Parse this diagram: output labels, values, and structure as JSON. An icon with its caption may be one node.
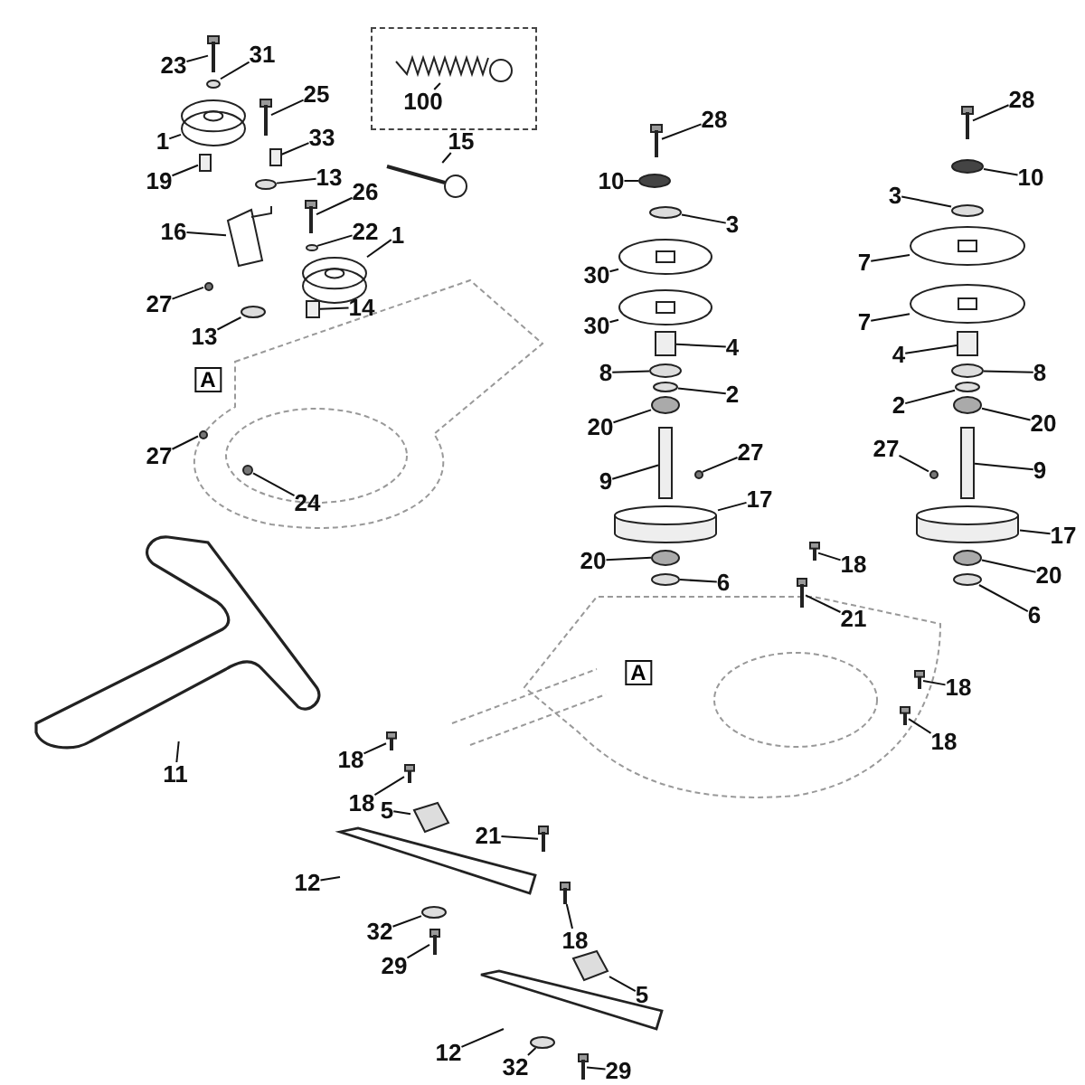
{
  "diagram": {
    "nodes": [
      {
        "text": [],
        "shape": "box"
      },
      {
        "text": [
          "100"
        ],
        "in": 0
      },
      {
        "text": [
          "23"
        ]
      },
      {
        "text": [
          "31"
        ]
      },
      {
        "text": [
          "28"
        ]
      },
      {
        "text": [
          "28"
        ]
      },
      {
        "text": [
          "1"
        ]
      },
      {
        "text": [
          "25"
        ]
      },
      {
        "text": [
          "33"
        ]
      },
      {
        "text": [
          "15"
        ]
      },
      {
        "text": [
          "13"
        ]
      },
      {
        "text": [
          "19"
        ]
      },
      {
        "text": [
          "10"
        ]
      },
      {
        "text": [
          "10"
        ]
      },
      {
        "text": [
          "26"
        ]
      },
      {
        "text": [
          "3"
        ]
      },
      {
        "text": [
          "3"
        ]
      },
      {
        "text": [
          "22"
        ]
      },
      {
        "text": [
          "16"
        ]
      },
      {
        "text": [
          "1"
        ]
      },
      {
        "text": [
          "30"
        ]
      },
      {
        "text": [
          "7"
        ]
      },
      {
        "text": [
          "14"
        ]
      },
      {
        "text": [
          "27"
        ]
      },
      {
        "text": [
          "30"
        ]
      },
      {
        "text": [
          "7"
        ]
      },
      {
        "text": [
          "13"
        ]
      },
      {
        "text": [
          "4"
        ]
      },
      {
        "text": [
          "4"
        ]
      },
      {
        "text": [
          "8"
        ]
      },
      {
        "text": [
          "8"
        ]
      },
      {
        "text": [
          "2"
        ]
      },
      {
        "text": [
          "2"
        ]
      },
      {
        "text": [
          "20"
        ]
      },
      {
        "text": [
          "20"
        ]
      },
      {
        "text": [
          "27"
        ]
      },
      {
        "text": [
          "27"
        ]
      },
      {
        "text": [
          "27"
        ]
      },
      {
        "text": [
          "9"
        ]
      },
      {
        "text": [
          "17"
        ]
      },
      {
        "text": [
          "9"
        ]
      },
      {
        "text": [
          "24"
        ]
      },
      {
        "text": [
          "20"
        ]
      },
      {
        "text": [
          "17"
        ]
      },
      {
        "text": [
          "6"
        ]
      },
      {
        "text": [
          "18"
        ]
      },
      {
        "text": [
          "20"
        ]
      },
      {
        "text": [
          "21"
        ]
      },
      {
        "text": [
          "6"
        ]
      },
      {
        "text": [
          "18"
        ]
      },
      {
        "text": [
          "18"
        ]
      },
      {
        "text": [
          "18"
        ]
      },
      {
        "text": [
          "11"
        ]
      },
      {
        "text": [
          "18"
        ]
      },
      {
        "text": [
          "5"
        ]
      },
      {
        "text": [
          "12"
        ]
      },
      {
        "text": [
          "21"
        ]
      },
      {
        "text": [
          "18"
        ]
      },
      {
        "text": [
          "32"
        ]
      },
      {
        "text": [
          "29"
        ]
      },
      {
        "text": [
          "5"
        ]
      },
      {
        "text": [
          "12"
        ]
      },
      {
        "text": [
          "32"
        ]
      },
      {
        "text": [
          "29"
        ]
      },
      {
        "text": [],
        "shape": "picture",
        "in": 0
      },
      {
        "text": [],
        "shape": "picture"
      },
      {
        "text": [],
        "shape": "circle"
      },
      {
        "text": [],
        "shape": "picture"
      },
      {
        "text": [],
        "shape": "picture"
      },
      {
        "text": [],
        "shape": "picture"
      },
      {
        "text": [],
        "shape": "picture"
      },
      {
        "text": [],
        "shape": "box"
      },
      {
        "text": [],
        "shape": "picture"
      },
      {
        "text": [],
        "shape": "circle"
      },
      {
        "text": [],
        "shape": "box"
      },
      {
        "text": [],
        "shape": "circle"
      },
      {
        "text": [],
        "shape": "circle"
      },
      {
        "text": [],
        "shape": "picture"
      },
      {
        "text": [],
        "shape": "circle"
      },
      {
        "text": [],
        "shape": "circle"
      },
      {
        "text": [],
        "shape": "circle"
      },
      {
        "text": [],
        "shape": "picture"
      },
      {
        "text": [],
        "shape": "picture"
      },
      {
        "text": [],
        "shape": "picture"
      },
      {
        "text": [],
        "shape": "picture"
      },
      {
        "text": [],
        "shape": "box"
      },
      {
        "text": [],
        "shape": "circle"
      },
      {
        "text": [],
        "shape": "picture"
      },
      {
        "text": [],
        "shape": "picture"
      },
      {
        "text": [],
        "shape": "circle"
      },
      {
        "text": [],
        "shape": "box"
      },
      {
        "text": [],
        "shape": "box"
      },
      {
        "text": [],
        "shape": "circle"
      },
      {
        "text": [],
        "shape": "circle"
      },
      {
        "text": [],
        "shape": "circle"
      },
      {
        "text": [],
        "shape": "circle"
      },
      {
        "text": [],
        "shape": "circle"
      },
      {
        "text": [],
        "shape": "circle"
      },
      {
        "text": [],
        "shape": "circle"
      },
      {
        "text": [],
        "shape": "circle"
      },
      {
        "text": [],
        "shape": "circle"
      },
      {
        "text": [],
        "shape": "box"
      },
      {
        "text": [],
        "shape": "cylinder"
      },
      {
        "text": [],
        "shape": "box"
      },
      {
        "text": [],
        "shape": "circle"
      },
      {
        "text": [],
        "shape": "circle"
      },
      {
        "text": [],
        "shape": "cylinder"
      },
      {
        "text": [],
        "shape": "circle"
      },
      {
        "text": [],
        "shape": "picture"
      },
      {
        "text": [],
        "shape": "circle"
      },
      {
        "text": [],
        "shape": "picture"
      },
      {
        "text": [],
        "shape": "circle"
      },
      {
        "text": [],
        "shape": "picture"
      },
      {
        "text": [],
        "shape": "picture"
      },
      {
        "text": [],
        "shape": "picture"
      },
      {
        "text": [],
        "shape": "picture"
      },
      {
        "text": [],
        "shape": "picture"
      },
      {
        "text": [],
        "shape": "picture"
      },
      {
        "text": [],
        "shape": "picture"
      },
      {
        "text": [],
        "shape": "picture"
      },
      {
        "text": [],
        "shape": "picture"
      },
      {
        "text": [],
        "shape": "circle"
      },
      {
        "text": [],
        "shape": "picture"
      },
      {
        "text": [],
        "shape": "picture"
      },
      {
        "text": [],
        "shape": "picture"
      },
      {
        "text": [],
        "shape": "circle"
      },
      {
        "text": [],
        "shape": "picture"
      }
    ],
    "edges": [
      {
        "from": 1,
        "to": 64,
        "arrow": "none"
      },
      {
        "from": 2,
        "to": 65,
        "arrow": "none"
      },
      {
        "from": 3,
        "to": 66,
        "arrow": "none"
      },
      {
        "from": 4,
        "to": 67,
        "arrow": "none"
      },
      {
        "from": 5,
        "to": 68,
        "arrow": "none"
      },
      {
        "from": 6,
        "to": 69,
        "arrow": "none"
      },
      {
        "from": 7,
        "to": 70,
        "arrow": "none"
      },
      {
        "from": 8,
        "to": 71,
        "arrow": "none"
      },
      {
        "from": 9,
        "to": 72,
        "arrow": "none"
      },
      {
        "from": 10,
        "to": 73,
        "arrow": "none"
      },
      {
        "from": 11,
        "to": 74,
        "arrow": "none"
      },
      {
        "from": 12,
        "to": 75,
        "arrow": "none"
      },
      {
        "from": 13,
        "to": 76,
        "arrow": "none"
      },
      {
        "from": 14,
        "to": 77,
        "arrow": "none"
      },
      {
        "from": 15,
        "to": 78,
        "arrow": "none"
      },
      {
        "from": 16,
        "to": 79,
        "arrow": "none"
      },
      {
        "from": 17,
        "to": 80,
        "arrow": "none"
      },
      {
        "from": 18,
        "to": 81,
        "arrow": "none"
      },
      {
        "from": 19,
        "to": 82,
        "arrow": "none"
      },
      {
        "from": 20,
        "to": 83,
        "arrow": "none"
      },
      {
        "from": 21,
        "to": 84,
        "arrow": "none"
      },
      {
        "from": 22,
        "to": 85,
        "arrow": "none"
      },
      {
        "from": 23,
        "to": 86,
        "arrow": "none"
      },
      {
        "from": 24,
        "to": 87,
        "arrow": "none"
      },
      {
        "from": 25,
        "to": 88,
        "arrow": "none"
      },
      {
        "from": 26,
        "to": 89,
        "arrow": "none"
      },
      {
        "from": 27,
        "to": 90,
        "arrow": "none"
      },
      {
        "from": 28,
        "to": 91,
        "arrow": "none"
      },
      {
        "from": 29,
        "to": 92,
        "arrow": "none"
      },
      {
        "from": 30,
        "to": 93,
        "arrow": "none"
      },
      {
        "from": 31,
        "to": 94,
        "arrow": "none"
      },
      {
        "from": 32,
        "to": 95,
        "arrow": "none"
      },
      {
        "from": 33,
        "to": 96,
        "arrow": "none"
      },
      {
        "from": 34,
        "to": 97,
        "arrow": "none"
      },
      {
        "from": 35,
        "to": 98,
        "arrow": "none"
      },
      {
        "from": 36,
        "to": 99,
        "arrow": "none"
      },
      {
        "from": 37,
        "to": 100,
        "arrow": "none"
      },
      {
        "from": 38,
        "to": 101,
        "arrow": "none"
      },
      {
        "from": 39,
        "to": 102,
        "arrow": "none"
      },
      {
        "from": 40,
        "to": 103,
        "arrow": "none"
      },
      {
        "from": 41,
        "to": 104,
        "arrow": "none"
      },
      {
        "from": 42,
        "to": 105,
        "arrow": "none"
      },
      {
        "from": 43,
        "to": 106,
        "arrow": "none"
      },
      {
        "from": 44,
        "to": 107,
        "arrow": "none"
      },
      {
        "from": 45,
        "to": 108,
        "arrow": "none"
      },
      {
        "from": 46,
        "to": 109,
        "arrow": "none"
      },
      {
        "from": 47,
        "to": 110,
        "arrow": "none"
      },
      {
        "from": 48,
        "to": 111,
        "arrow": "none"
      },
      {
        "from": 49,
        "to": 112,
        "arrow": "none"
      },
      {
        "from": 50,
        "to": 113,
        "arrow": "none"
      },
      {
        "from": 51,
        "to": 114,
        "arrow": "none"
      },
      {
        "from": 52,
        "to": 115,
        "arrow": "none"
      },
      {
        "from": 53,
        "to": 116,
        "arrow": "none"
      },
      {
        "from": 54,
        "to": 117,
        "arrow": "none"
      },
      {
        "from": 55,
        "to": 118,
        "arrow": "none"
      },
      {
        "from": 56,
        "to": 119,
        "arrow": "none"
      },
      {
        "from": 57,
        "to": 120,
        "arrow": "none"
      },
      {
        "from": 58,
        "to": 121,
        "arrow": "none"
      },
      {
        "from": 59,
        "to": 122,
        "arrow": "none"
      },
      {
        "from": 60,
        "to": 123,
        "arrow": "none"
      },
      {
        "from": 61,
        "to": 124,
        "arrow": "none"
      },
      {
        "from": 62,
        "to": 125,
        "arrow": "none"
      },
      {
        "from": 63,
        "to": 126,
        "arrow": "none"
      }
    ],
    "labels": [
      "A",
      "A"
    ]
  }
}
